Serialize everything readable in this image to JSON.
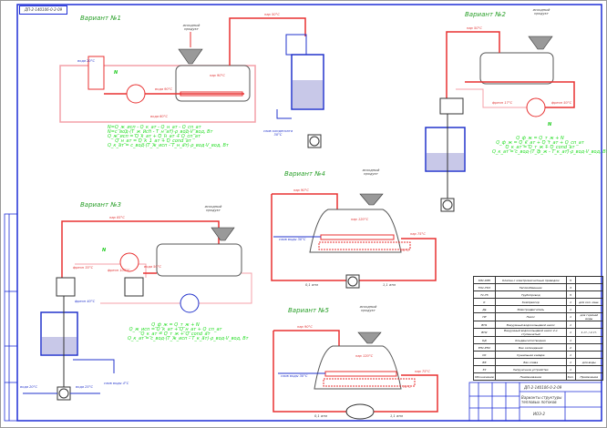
{
  "stamp": "ДП-2-140106-0-2-09",
  "variants": [
    {
      "title": "Вариант №1",
      "formulas": [
        "N=Q_ж_исп - Q_к_ат - Q_н_ат - Q_сп_ат",
        "N=c_вод·(T_ж_исп - T_н_ат)·ρ_вод·V_вод, Вт",
        "Q_ж_исп = Q_к_ат + Q_н_ат + Q_сп_ат",
        "Q_н_ат = Q_к_1_ат + Q_cond_ат",
        "Q_к_ат = c_вод·(T_ж_исп - T_н_ат)·ρ_вод·V_вод, Вт"
      ],
      "labels": {
        "water1": "вода 20°C",
        "water2": "вода 90°C",
        "water3": "вода 60°C",
        "steam": "пар 90°C",
        "vapour": "пар 50°C",
        "raw": "исходный продукт",
        "cond": "слив конденсата 30°C",
        "N": "N"
      }
    },
    {
      "title": "Вариант №2",
      "formulas": [
        "Q_ф_ж = Q_т_ж + N",
        "Q_ф_ж = Q_к_ат + Q_т_ат + Q_сп_ат",
        "Q_к_ат = Q_т_ж + Q_cond_ат",
        "Q_к_ат = c_вод·(T_ф_ж - T_к_ат)·ρ_вод·V_вод, Вт"
      ],
      "labels": {
        "steam": "пар 50°C",
        "freon1": "фреон 17°C",
        "freon2": "фреон 50°C",
        "raw": "исходный продукт",
        "N": "N"
      }
    },
    {
      "title": "Вариант №3",
      "formulas": [
        "Q_ф_ж = Q_т_ж + N",
        "Q_ж_исп = Q_к_ат + Q_н_ат + Q_сп_ат",
        "Q_к_ат = Q_т_ж + Q_cond_ат",
        "Q_к_ат = c_вод·(T_ж_исп - T_к_ат)·ρ_вод·V_вод, Вт"
      ],
      "labels": {
        "steam": "пар 85°C",
        "freon1": "фреон 35°C",
        "freon2": "фреон 105°C",
        "freon3": "фреон 40°C",
        "water": "вода 50°C",
        "raw": "исходный продукт",
        "cond": "слив воды 4°C",
        "water_in": "вода 20°C",
        "water_out": "вода 25°C",
        "N": "N"
      }
    },
    {
      "title": "Вариант №4",
      "labels": {
        "steam": "пар 90°C",
        "steam2": "пар 120°C",
        "steam3": "пар 75°C",
        "cond": "слив воды 30°C",
        "raw": "исходный продукт",
        "p1": "0,1 атм",
        "p2": "1,1 атм",
        "t": "70°C"
      }
    },
    {
      "title": "Вариант №5",
      "labels": {
        "steam": "пар 90°C",
        "steam2": "пар 120°C",
        "steam3": "пар 75°C",
        "cond": "слив воды 30°C",
        "raw": "исходный продукт",
        "p1": "0,1 атм",
        "p2": "1,1 атм",
        "t": "70°C"
      }
    }
  ],
  "spec_table": {
    "rows": [
      [
        "КЭ1-КЭ5",
        "Клапан с электромагнитным приводом",
        "5",
        ""
      ],
      [
        "ТО1-ТО3",
        "Теплообменник",
        "3",
        ""
      ],
      [
        "Т1-Т5",
        "Трубопровод",
        "5",
        ""
      ],
      [
        "К",
        "Компрессор",
        "1",
        "для хол. маш."
      ],
      [
        "Дв",
        "Электродвигатель",
        "1",
        ""
      ],
      [
        "НР",
        "Насос",
        "1",
        "для горячей воды"
      ],
      [
        "ВН1",
        "Вакуумный водокольцевой насос",
        "1",
        ""
      ],
      [
        "ВН2",
        "Вакуумный водокольцевой насос 2-х ступенчатый",
        "1",
        "1 ст. / 2 ст."
      ],
      [
        "КД",
        "Конденсатоотводчик",
        "1",
        ""
      ],
      [
        "ЕН1-ЕН2",
        "Бак охлаждения",
        "2",
        ""
      ],
      [
        "СК",
        "Сушильная камера",
        "1",
        ""
      ],
      [
        "БЭ",
        "Бак слива",
        "1",
        "для воды"
      ],
      [
        "ЗУ",
        "Загрузочное устройство",
        "1",
        ""
      ],
      [
        "Обозначение",
        "Наименование",
        "Кол.",
        "Примечание"
      ]
    ]
  },
  "title_block": {
    "code": "ДП-2-140106-0-2-09",
    "name": "Варианты структуры тепловых потоков",
    "sheet": "ИОЭ-2"
  },
  "colors": {
    "frame": "#1e2ed6",
    "hot": "#e83030",
    "warm": "#f4a0a8",
    "cold": "#2233cc",
    "energy": "#22dd22",
    "vessel": "#555555"
  }
}
